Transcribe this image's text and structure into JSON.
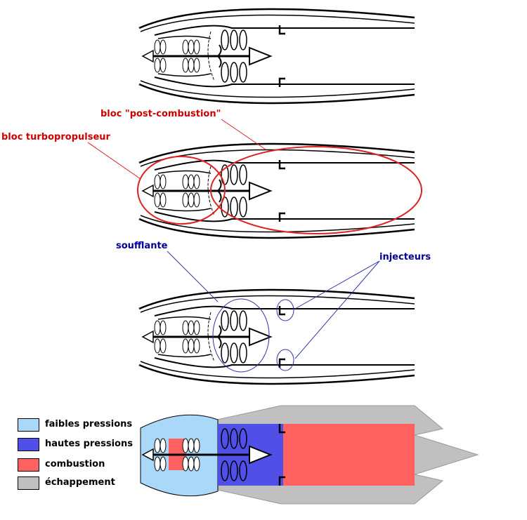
{
  "labels": {
    "post_combustion": "bloc \"post-combustion\"",
    "turbopropulseur": "bloc turbopropulseur",
    "soufflante": "soufflante",
    "injecteurs": "injecteurs"
  },
  "legend": [
    {
      "label": "faibles pressions",
      "color": "#aad8f8"
    },
    {
      "label": "hautes pressions",
      "color": "#5050e8"
    },
    {
      "label": "combustion",
      "color": "#ff6060"
    },
    {
      "label": "échappement",
      "color": "#c0c0c0"
    }
  ],
  "colors": {
    "annotation_red": "#cc0000",
    "annotation_blue": "#000099",
    "circle_red": "#dd2222",
    "circle_blue": "#3333aa"
  }
}
